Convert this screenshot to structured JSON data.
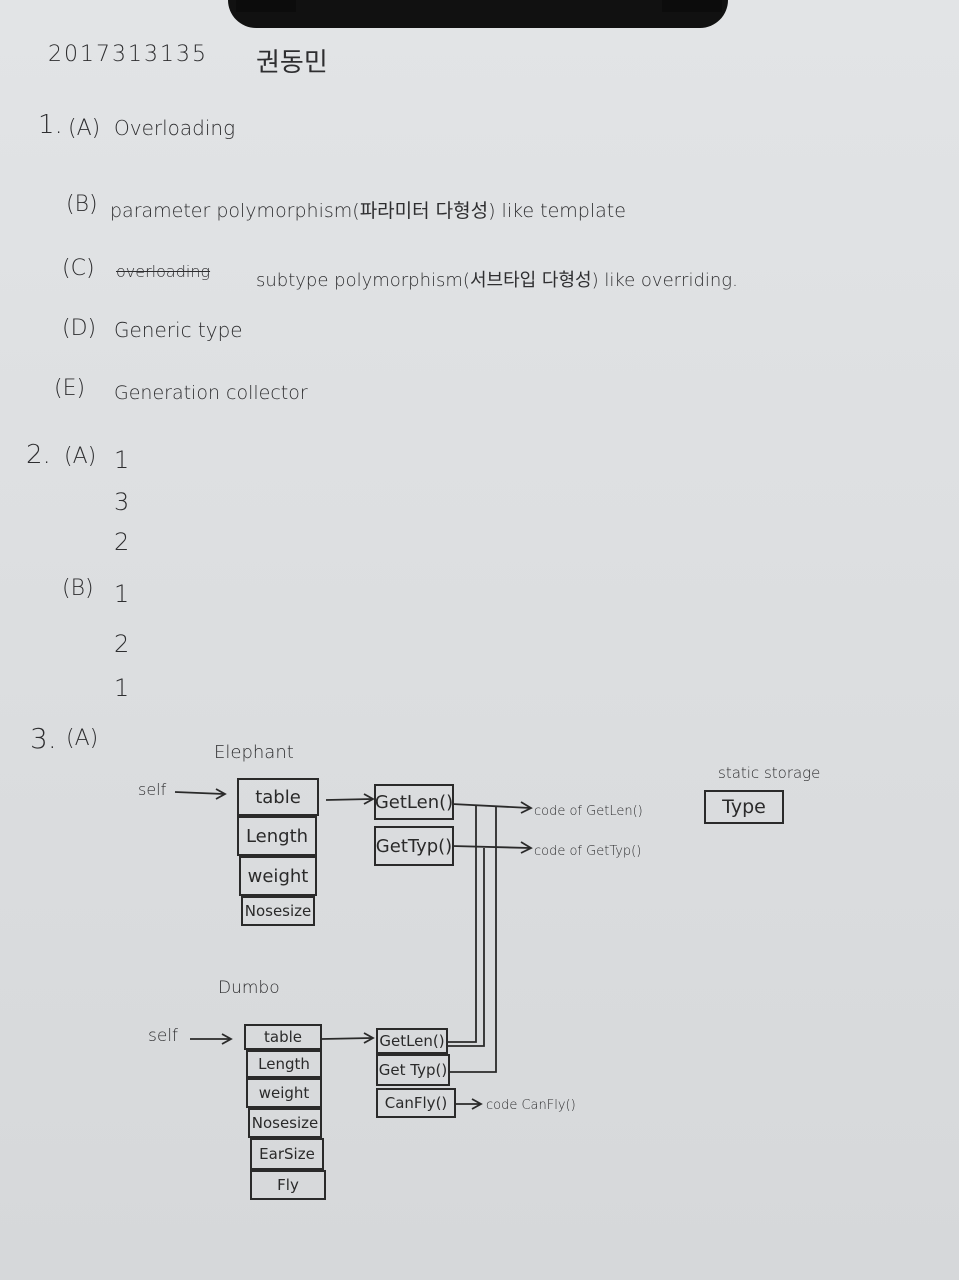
{
  "header": {
    "student_id": "2017313135",
    "name": "권동민"
  },
  "q1": {
    "number": "1.",
    "a_label": "(A)",
    "a_text": "Overloading",
    "b_label": "(B)",
    "b_text": "parameter polymorphism(파라미터 다형성) like template",
    "c_label": "(C)",
    "c_struck": "overloading",
    "c_text": "subtype polymorphism(서브타입 다형성) like overriding.",
    "d_label": "(D)",
    "d_text": "Generic type",
    "e_label": "(E)",
    "e_text": "Generation collector"
  },
  "q2": {
    "number": "2.",
    "a_label": "(A)",
    "a_values": [
      "1",
      "3",
      "2"
    ],
    "b_label": "(B)",
    "b_values": [
      "1",
      "2",
      "1"
    ]
  },
  "q3": {
    "number": "3.",
    "a_label": "(A)",
    "elephant": {
      "title": "Elephant",
      "self_label": "self",
      "fields": [
        "table",
        "Length",
        "weight",
        "Nosesize"
      ],
      "methods": [
        "GetLen()",
        "GetTyp()"
      ],
      "code_labels": [
        "code of GetLen()",
        "code of GetTyp()"
      ]
    },
    "static_storage": {
      "title": "static storage",
      "box": "Type"
    },
    "dumbo": {
      "title": "Dumbo",
      "self_label": "self",
      "fields": [
        "table",
        "Length",
        "weight",
        "Nosesize",
        "EarSize",
        "Fly"
      ],
      "methods": [
        "GetLen()",
        "Get Typ()",
        "CanFly()"
      ],
      "code_label": "code CanFly()"
    }
  },
  "colors": {
    "ink": "#2a2a2c",
    "paper": "#dfe1e3",
    "clip": "#111111"
  }
}
